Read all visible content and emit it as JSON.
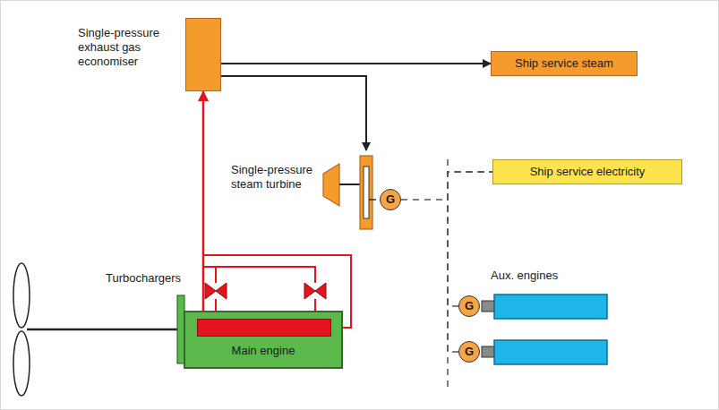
{
  "diagram": {
    "nodes": [
      {
        "text": [
          "Single-pressure exhaust gas economiser"
        ]
      },
      {
        "text": [
          "Ship service steam"
        ]
      },
      {
        "text": [
          "Single-pressure steam turbine"
        ]
      },
      {
        "text": [
          "G"
        ]
      },
      {
        "text": [
          "Ship service electricity"
        ]
      },
      {
        "text": [
          "Main engine"
        ]
      },
      {
        "text": [
          "G"
        ]
      },
      {
        "text": [
          "G"
        ]
      }
    ],
    "edges": [
      {
        "from": 0,
        "to": 1,
        "arrow": "to"
      },
      {
        "from": 0,
        "to": 2,
        "arrow": "to"
      },
      {
        "from": 5,
        "to": 0,
        "arrow": "to"
      },
      {
        "from": 3,
        "to": 4,
        "arrow": "none"
      },
      {
        "from": 6,
        "to": 4,
        "arrow": "none"
      },
      {
        "from": 7,
        "to": 4,
        "arrow": "none"
      }
    ],
    "labels": [
      "Turbochargers",
      "Aux. engines"
    ]
  }
}
